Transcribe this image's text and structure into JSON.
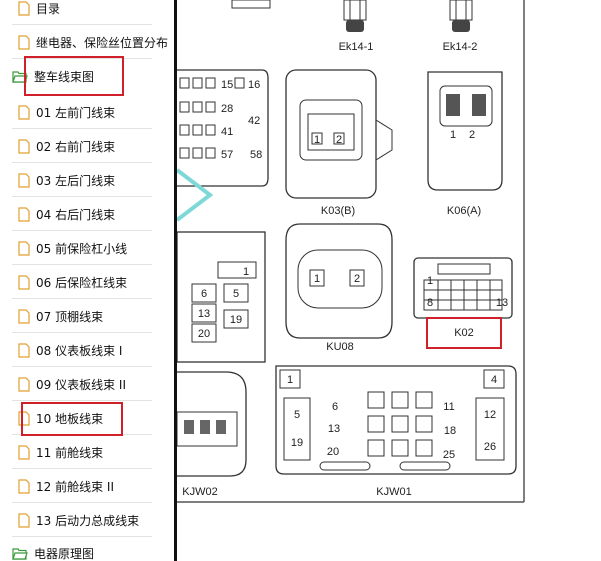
{
  "sidebar": {
    "items": [
      {
        "label": "目录",
        "type": "doc"
      },
      {
        "label": "继电器、保险丝位置分布",
        "type": "doc"
      },
      {
        "label": "整车线束图",
        "type": "folder"
      },
      {
        "label": "01 左前门线束",
        "type": "doc"
      },
      {
        "label": "02 右前门线束",
        "type": "doc"
      },
      {
        "label": "03 左后门线束",
        "type": "doc"
      },
      {
        "label": "04 右后门线束",
        "type": "doc"
      },
      {
        "label": "05 前保险杠小线",
        "type": "doc"
      },
      {
        "label": "06 后保险杠线束",
        "type": "doc"
      },
      {
        "label": "07 顶棚线束",
        "type": "doc"
      },
      {
        "label": "08 仪表板线束 I",
        "type": "doc"
      },
      {
        "label": "09 仪表板线束 II",
        "type": "doc"
      },
      {
        "label": "10 地板线束",
        "type": "doc"
      },
      {
        "label": "11 前舱线束",
        "type": "doc"
      },
      {
        "label": "12 前舱线束 II",
        "type": "doc"
      },
      {
        "label": "13 后动力总成线束",
        "type": "doc"
      },
      {
        "label": "电器原理图",
        "type": "folder"
      }
    ]
  },
  "diagram": {
    "connectors": {
      "ek14_1": "Ek14-1",
      "ek14_2": "Ek14-2",
      "k03b": "K03(B)",
      "k06a": "K06(A)",
      "ku08": "KU08",
      "k02": "K02",
      "kjw02": "KJW02",
      "kjw01": "KJW01"
    },
    "pins": {
      "left_block_top": [
        "15",
        "16",
        "28",
        "42",
        "41",
        "57",
        "58"
      ],
      "k03b": [
        "1",
        "2"
      ],
      "k06a": [
        "1",
        "2"
      ],
      "ku08": [
        "1",
        "2"
      ],
      "mid_left_block": [
        "1",
        "6",
        "5",
        "13",
        "19",
        "20"
      ],
      "k02": [
        "1",
        "8",
        "13"
      ],
      "kjw01": [
        "1",
        "4",
        "5",
        "6",
        "11",
        "12",
        "13",
        "18",
        "19",
        "20",
        "25",
        "26"
      ]
    }
  },
  "colors": {
    "highlight": "#d0202a",
    "doc_icon": "#e0a030",
    "folder_icon": "#3a9a3a",
    "divider": "#111111"
  }
}
